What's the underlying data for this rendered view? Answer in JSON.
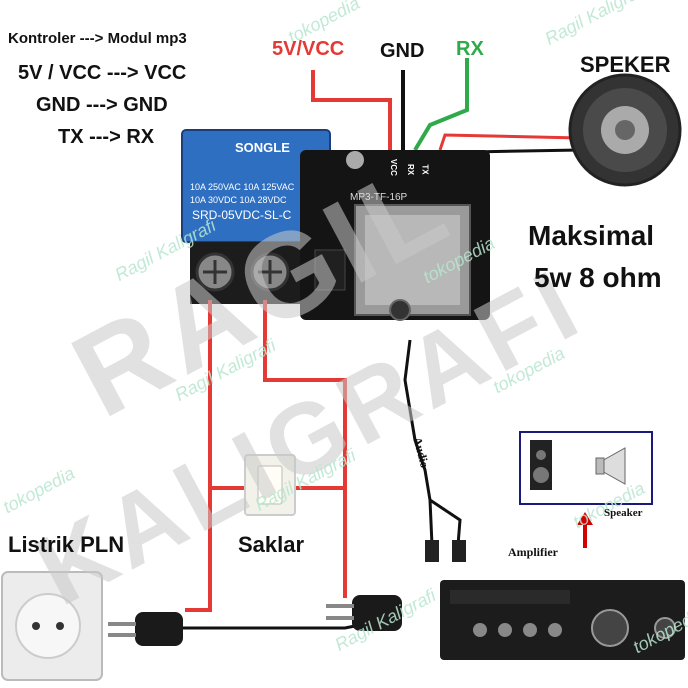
{
  "notes": {
    "title": "Kontroler ---> Modul mp3",
    "line1": "5V / VCC ---> VCC",
    "line2": "GND ---> GND",
    "line3": "TX ---> RX"
  },
  "wires": {
    "vcc": "5V/VCC",
    "gnd": "GND",
    "rx": "RX"
  },
  "speaker": {
    "label": "SPEKER",
    "spec_line1": "Maksimal",
    "spec_line2": "5w 8 ohm"
  },
  "relay": {
    "brand": "SONGLE",
    "rating1": "10A 250VAC  10A 125VAC",
    "rating2": "10A  30VDC  10A  28VDC",
    "model": "SRD-05VDC-SL-C"
  },
  "module": {
    "pins": [
      "VCC",
      "RX",
      "TX"
    ],
    "chip": "MP3-TF-16P"
  },
  "labels": {
    "pln": "Listrik PLN",
    "saklar": "Saklar",
    "audio": "Audio",
    "speaker_small": "Speaker",
    "amplifier": "Amplifier"
  },
  "watermarks": {
    "brand": "tokopedia",
    "shop": "Ragil Kaligrafi",
    "big1": "RAGIL",
    "big2": "KALIGRAFI"
  },
  "colors": {
    "vcc": "#e53935",
    "rx": "#2eaa4a",
    "black": "#111111",
    "relay_blue": "#2f6fc2"
  }
}
